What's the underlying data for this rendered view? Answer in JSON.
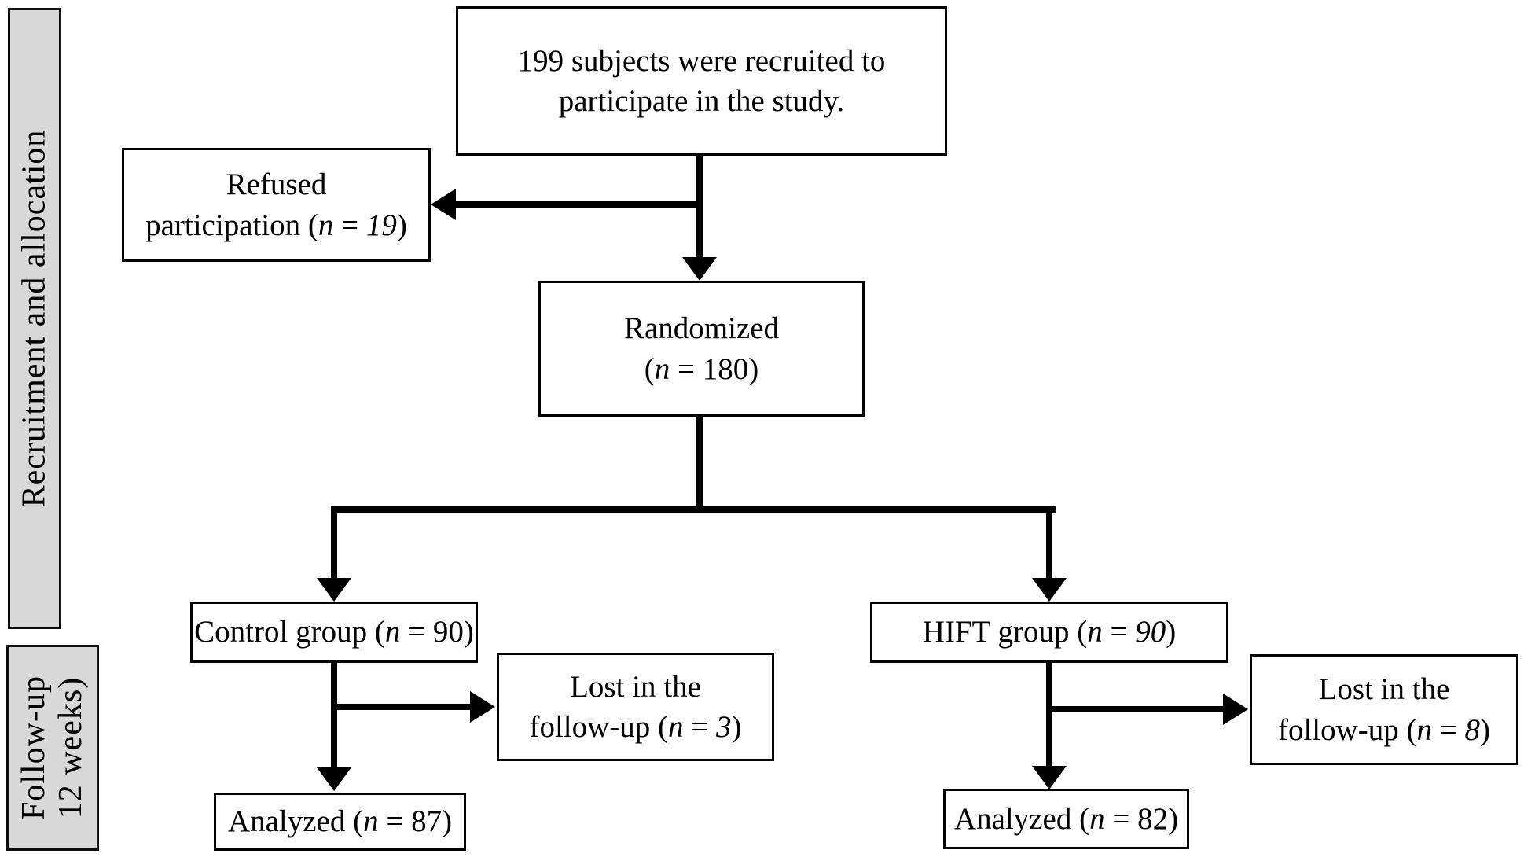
{
  "sidebars": {
    "recruitment": {
      "label": "Recruitment and allocation"
    },
    "followup": {
      "label_line1": "Follow-up",
      "label_line2": "12 weeks)"
    }
  },
  "boxes": {
    "recruited": {
      "line1": "199 subjects were recruited to",
      "line2": "participate in the study."
    },
    "refused": {
      "line1": "Refused",
      "line2_prefix": "participation (",
      "n_symbol": "n",
      "equals": " = ",
      "value": "19",
      "suffix": ")"
    },
    "randomized": {
      "line1": "Randomized",
      "line2_prefix": "(",
      "n_symbol": "n",
      "equals": " = ",
      "value": "180",
      "suffix": ")"
    },
    "control": {
      "prefix": "Control group (",
      "n_symbol": "n",
      "equals": " = ",
      "value": "90",
      "suffix": ")"
    },
    "hift": {
      "prefix": "HIFT group (",
      "n_symbol": "n",
      "equals": " = ",
      "value": "90",
      "suffix": ")"
    },
    "lost_control": {
      "line1": "Lost in the",
      "line2_prefix": "follow-up (",
      "n_symbol": "n",
      "equals": " = ",
      "value": "3",
      "suffix": ")"
    },
    "lost_hift": {
      "line1": "Lost in the",
      "line2_prefix": "follow-up (",
      "n_symbol": "n",
      "equals": " = ",
      "value": "8",
      "suffix": ")"
    },
    "analyzed_control": {
      "prefix": "Analyzed (",
      "n_symbol": "n",
      "equals": " = ",
      "value": "87",
      "suffix": ")"
    },
    "analyzed_hift": {
      "prefix": "Analyzed (",
      "n_symbol": "n",
      "equals": " = ",
      "value": "82",
      "suffix": ")"
    }
  },
  "colors": {
    "box_border": "#000000",
    "box_background": "#ffffff",
    "sidebar_background": "#d8d8d8",
    "connector": "#000000",
    "text": "#000000"
  }
}
